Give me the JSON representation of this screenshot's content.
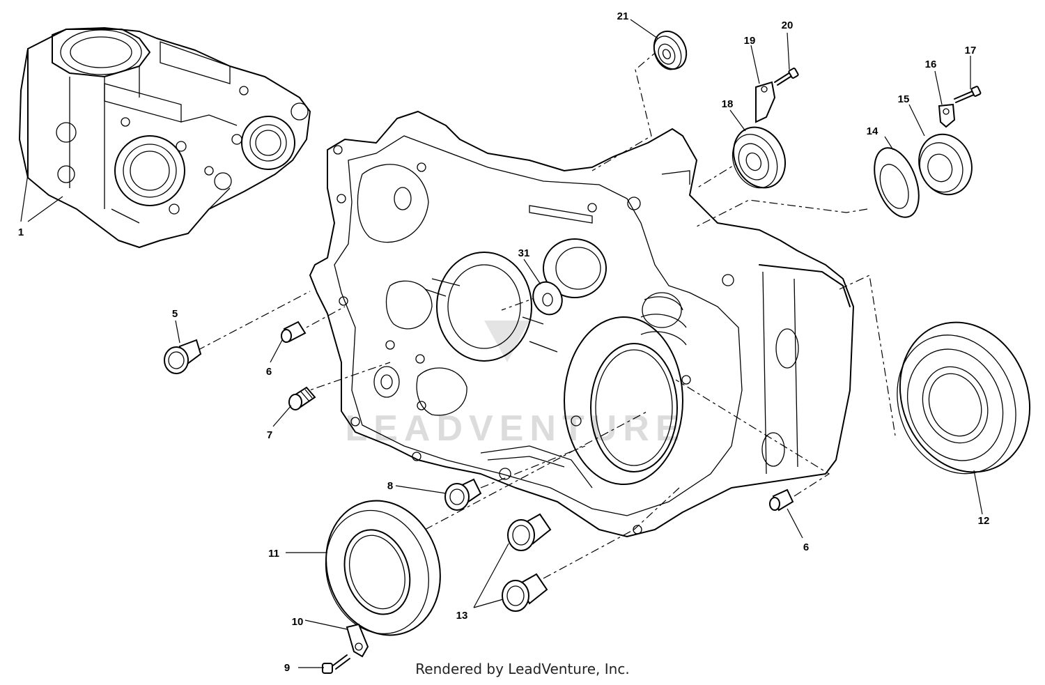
{
  "callouts": [
    {
      "id": "c1",
      "label": "1"
    },
    {
      "id": "c5",
      "label": "5"
    },
    {
      "id": "c6a",
      "label": "6"
    },
    {
      "id": "c6b",
      "label": "6"
    },
    {
      "id": "c7",
      "label": "7"
    },
    {
      "id": "c8",
      "label": "8"
    },
    {
      "id": "c9",
      "label": "9"
    },
    {
      "id": "c10",
      "label": "10"
    },
    {
      "id": "c11",
      "label": "11"
    },
    {
      "id": "c12",
      "label": "12"
    },
    {
      "id": "c13",
      "label": "13"
    },
    {
      "id": "c14",
      "label": "14"
    },
    {
      "id": "c15",
      "label": "15"
    },
    {
      "id": "c16",
      "label": "16"
    },
    {
      "id": "c17",
      "label": "17"
    },
    {
      "id": "c18",
      "label": "18"
    },
    {
      "id": "c19",
      "label": "19"
    },
    {
      "id": "c20",
      "label": "20"
    },
    {
      "id": "c21",
      "label": "21"
    },
    {
      "id": "c31",
      "label": "31"
    }
  ],
  "watermark": "LEADVENTURE",
  "footer": "Rendered by LeadVenture, Inc."
}
